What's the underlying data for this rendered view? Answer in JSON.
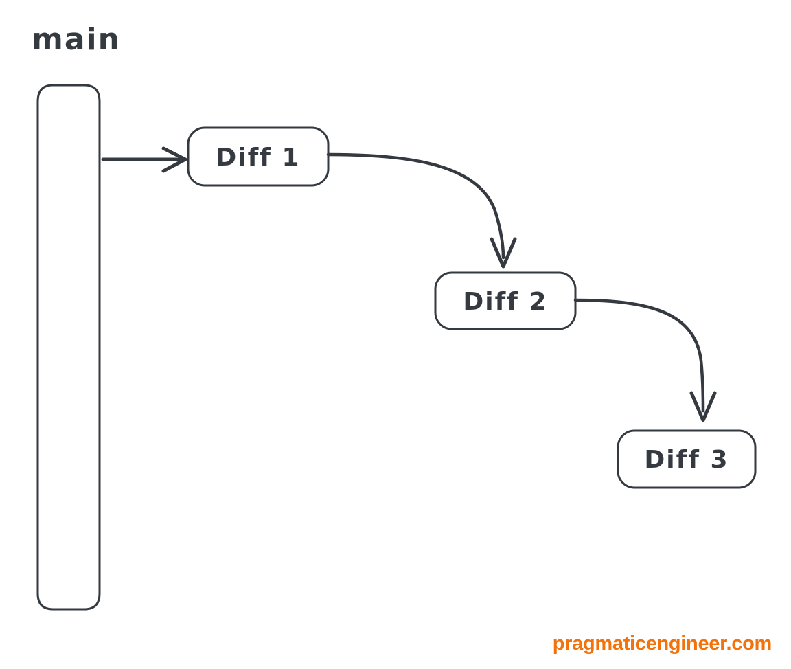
{
  "diagram": {
    "type": "flow-diagram",
    "title_label": "main",
    "background_color": "#ffffff",
    "stroke_color": "#343a40",
    "accent_color": "#f2720c",
    "branch": {
      "name": "main",
      "label": "main",
      "shape": "rounded-bar"
    },
    "nodes": [
      {
        "id": "diff-1",
        "label": "Diff 1",
        "shape": "rounded-rect"
      },
      {
        "id": "diff-2",
        "label": "Diff 2",
        "shape": "rounded-rect"
      },
      {
        "id": "diff-3",
        "label": "Diff 3",
        "shape": "rounded-rect"
      }
    ],
    "edges": [
      {
        "from": "main",
        "to": "diff-1",
        "style": "straight-arrow"
      },
      {
        "from": "diff-1",
        "to": "diff-2",
        "style": "curved-arrow"
      },
      {
        "from": "diff-2",
        "to": "diff-3",
        "style": "curved-arrow"
      }
    ]
  },
  "watermark": {
    "label": "pragmaticengineer.com"
  }
}
